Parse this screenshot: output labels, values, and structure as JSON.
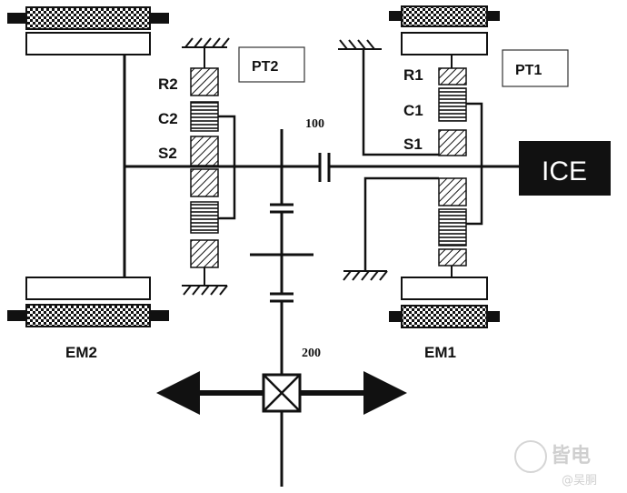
{
  "labels": {
    "pt1": "PT1",
    "pt2": "PT2",
    "r1": "R1",
    "c1": "C1",
    "s1": "S1",
    "r2": "R2",
    "c2": "C2",
    "s2": "S2",
    "em1": "EM1",
    "em2": "EM2",
    "ice": "ICE",
    "clutch_ref": "100",
    "diff_ref": "200"
  },
  "watermark": {
    "brand": "皆电",
    "handle": "@吴胴"
  },
  "colors": {
    "line": "#111111",
    "ice_fill": "#111111",
    "ice_text": "#ffffff"
  },
  "icons": {
    "ground": "ground-hatch-icon",
    "differential": "crossed-box-icon",
    "axle_arrow": "arrow-icon"
  }
}
